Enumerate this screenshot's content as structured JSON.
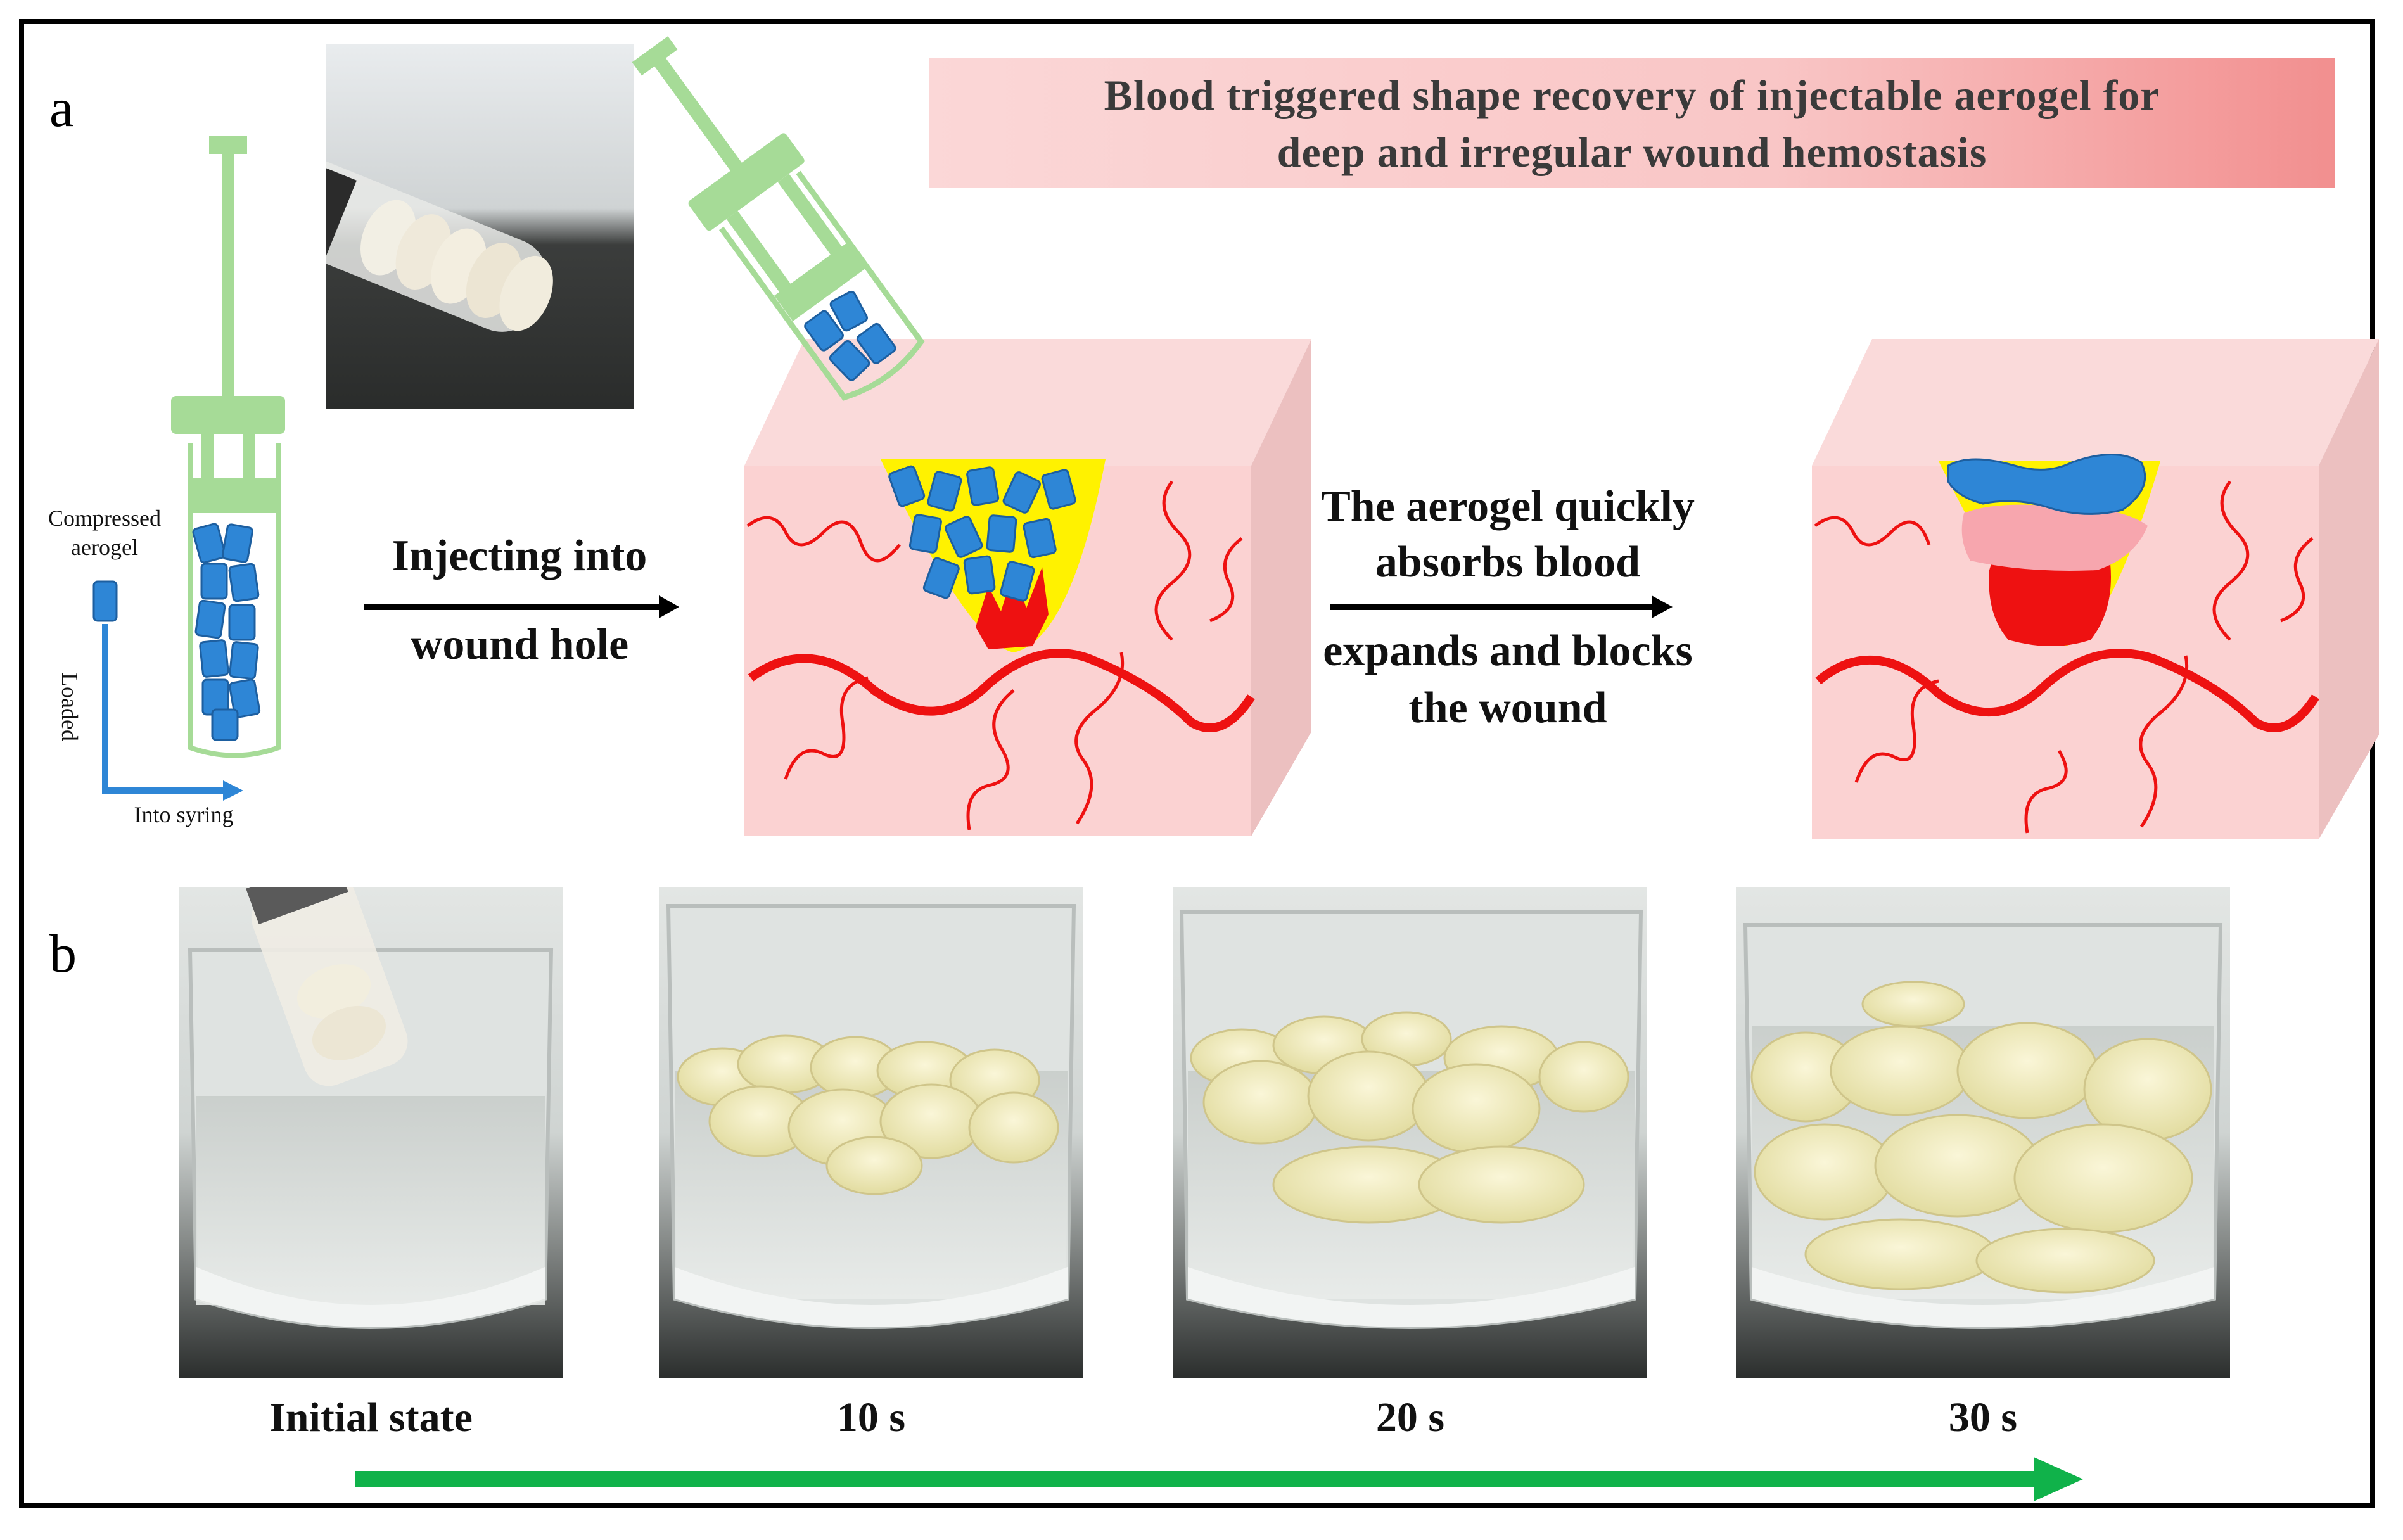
{
  "panels": {
    "a": "a",
    "b": "b"
  },
  "title": {
    "line1": "Blood triggered shape recovery of injectable aerogel for",
    "line2": "deep and irregular wound hemostasis"
  },
  "syringe_labels": {
    "compressed_line1": "Compressed",
    "compressed_line2": "aerogel",
    "loaded": "Loaded",
    "into_syringe": "Into syring"
  },
  "step1": {
    "line1": "Injecting into",
    "line2": "wound hole"
  },
  "step2": {
    "line1": "The aerogel quickly",
    "line2": "absorbs blood",
    "line3": "expands and blocks",
    "line4": "the wound"
  },
  "time_labels": [
    "Initial state",
    "10 s",
    "20 s",
    "30 s"
  ],
  "colors": {
    "syringe": "#a6db97",
    "aerogel": "#2e86d6",
    "tissue": "#fbd2d2",
    "blood": "#ee1111",
    "yellow": "#fff200",
    "timeline_arrow": "#10b24a"
  }
}
